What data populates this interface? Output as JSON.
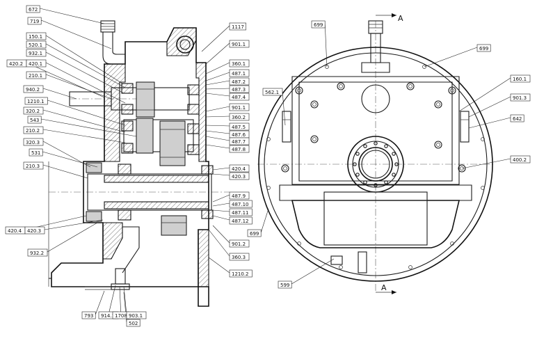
{
  "section_marker": "A",
  "left_labels": [
    "672",
    "719",
    "150.1",
    "520.1",
    "932.1",
    "420.2",
    "420.1",
    "210.1",
    "940.2",
    "1210.1",
    "320.2",
    "543",
    "210.2",
    "320.3",
    "531",
    "210.3",
    "420.4",
    "420.3",
    "932.2",
    "793",
    "914.1",
    "1708",
    "903.1",
    "502"
  ],
  "middle_labels": [
    "1117",
    "901.1",
    "360.1",
    "487.1",
    "487.2",
    "487.3",
    "487.4",
    "901.1",
    "360.2",
    "487.5",
    "487.6",
    "487.7",
    "487.8",
    "420.4",
    "420.3",
    "487.9",
    "487.10",
    "487.11",
    "487.12",
    "901.2",
    "360.3",
    "1210.2"
  ],
  "right_labels": [
    "699",
    "699",
    "160.1",
    "901.3",
    "642",
    "400.2",
    "562.1",
    "599",
    "699"
  ]
}
